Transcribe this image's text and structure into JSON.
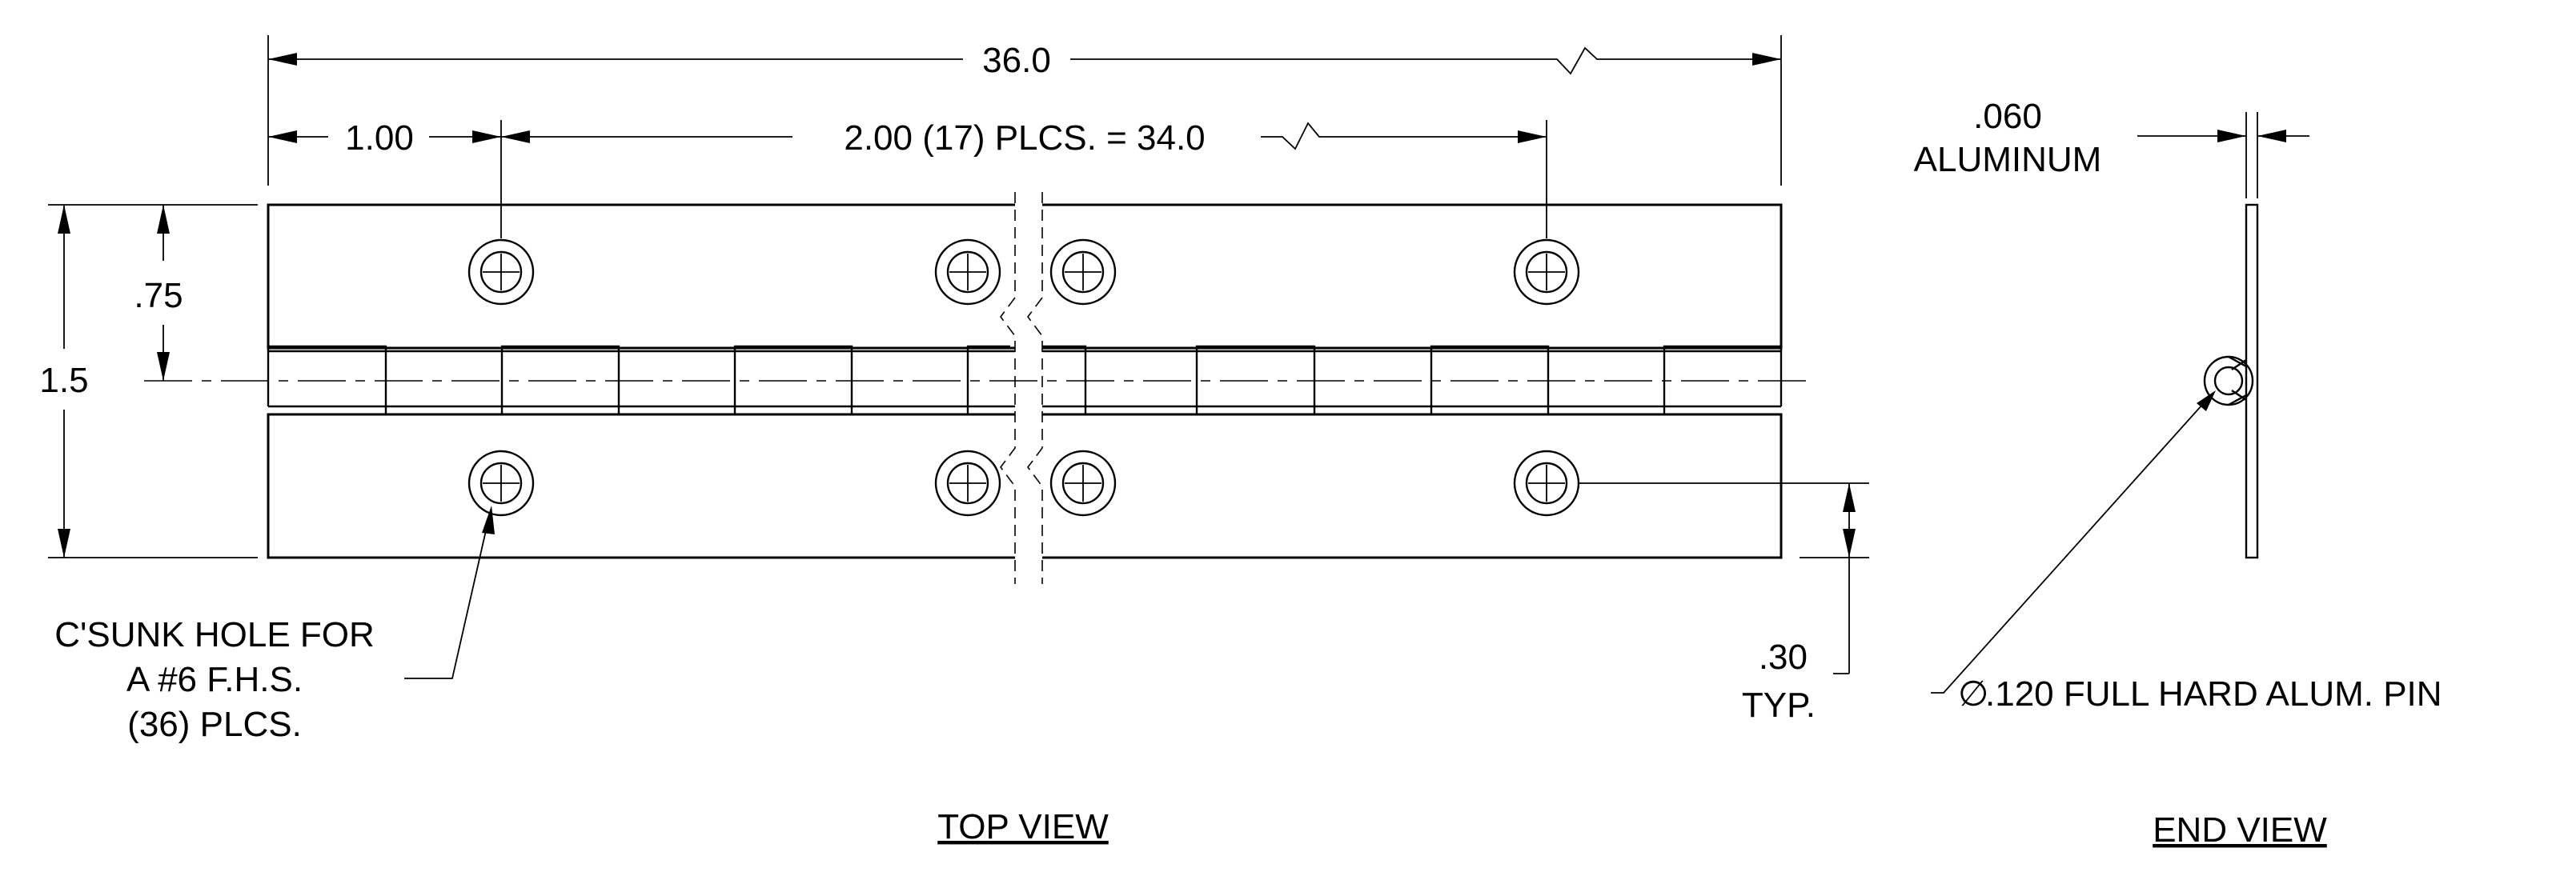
{
  "dims": {
    "overall_length": "36.0",
    "edge_to_first_hole": "1.00",
    "hole_pitch": "2.00 (17) PLCS. = 34.0",
    "hole_offset": ".75",
    "overall_width": "1.5",
    "edge_offset": ".30",
    "edge_offset_note": "TYP.",
    "material_thickness": ".060",
    "material": "ALUMINUM"
  },
  "notes": {
    "hole_line1": "C'SUNK HOLE FOR",
    "hole_line2": "A #6 F.H.S.",
    "hole_line3": "(36) PLCS.",
    "pin_symbol": "∅",
    "pin": ".120 FULL HARD ALUM. PIN"
  },
  "views": {
    "top": "TOP VIEW",
    "end": "END VIEW"
  }
}
